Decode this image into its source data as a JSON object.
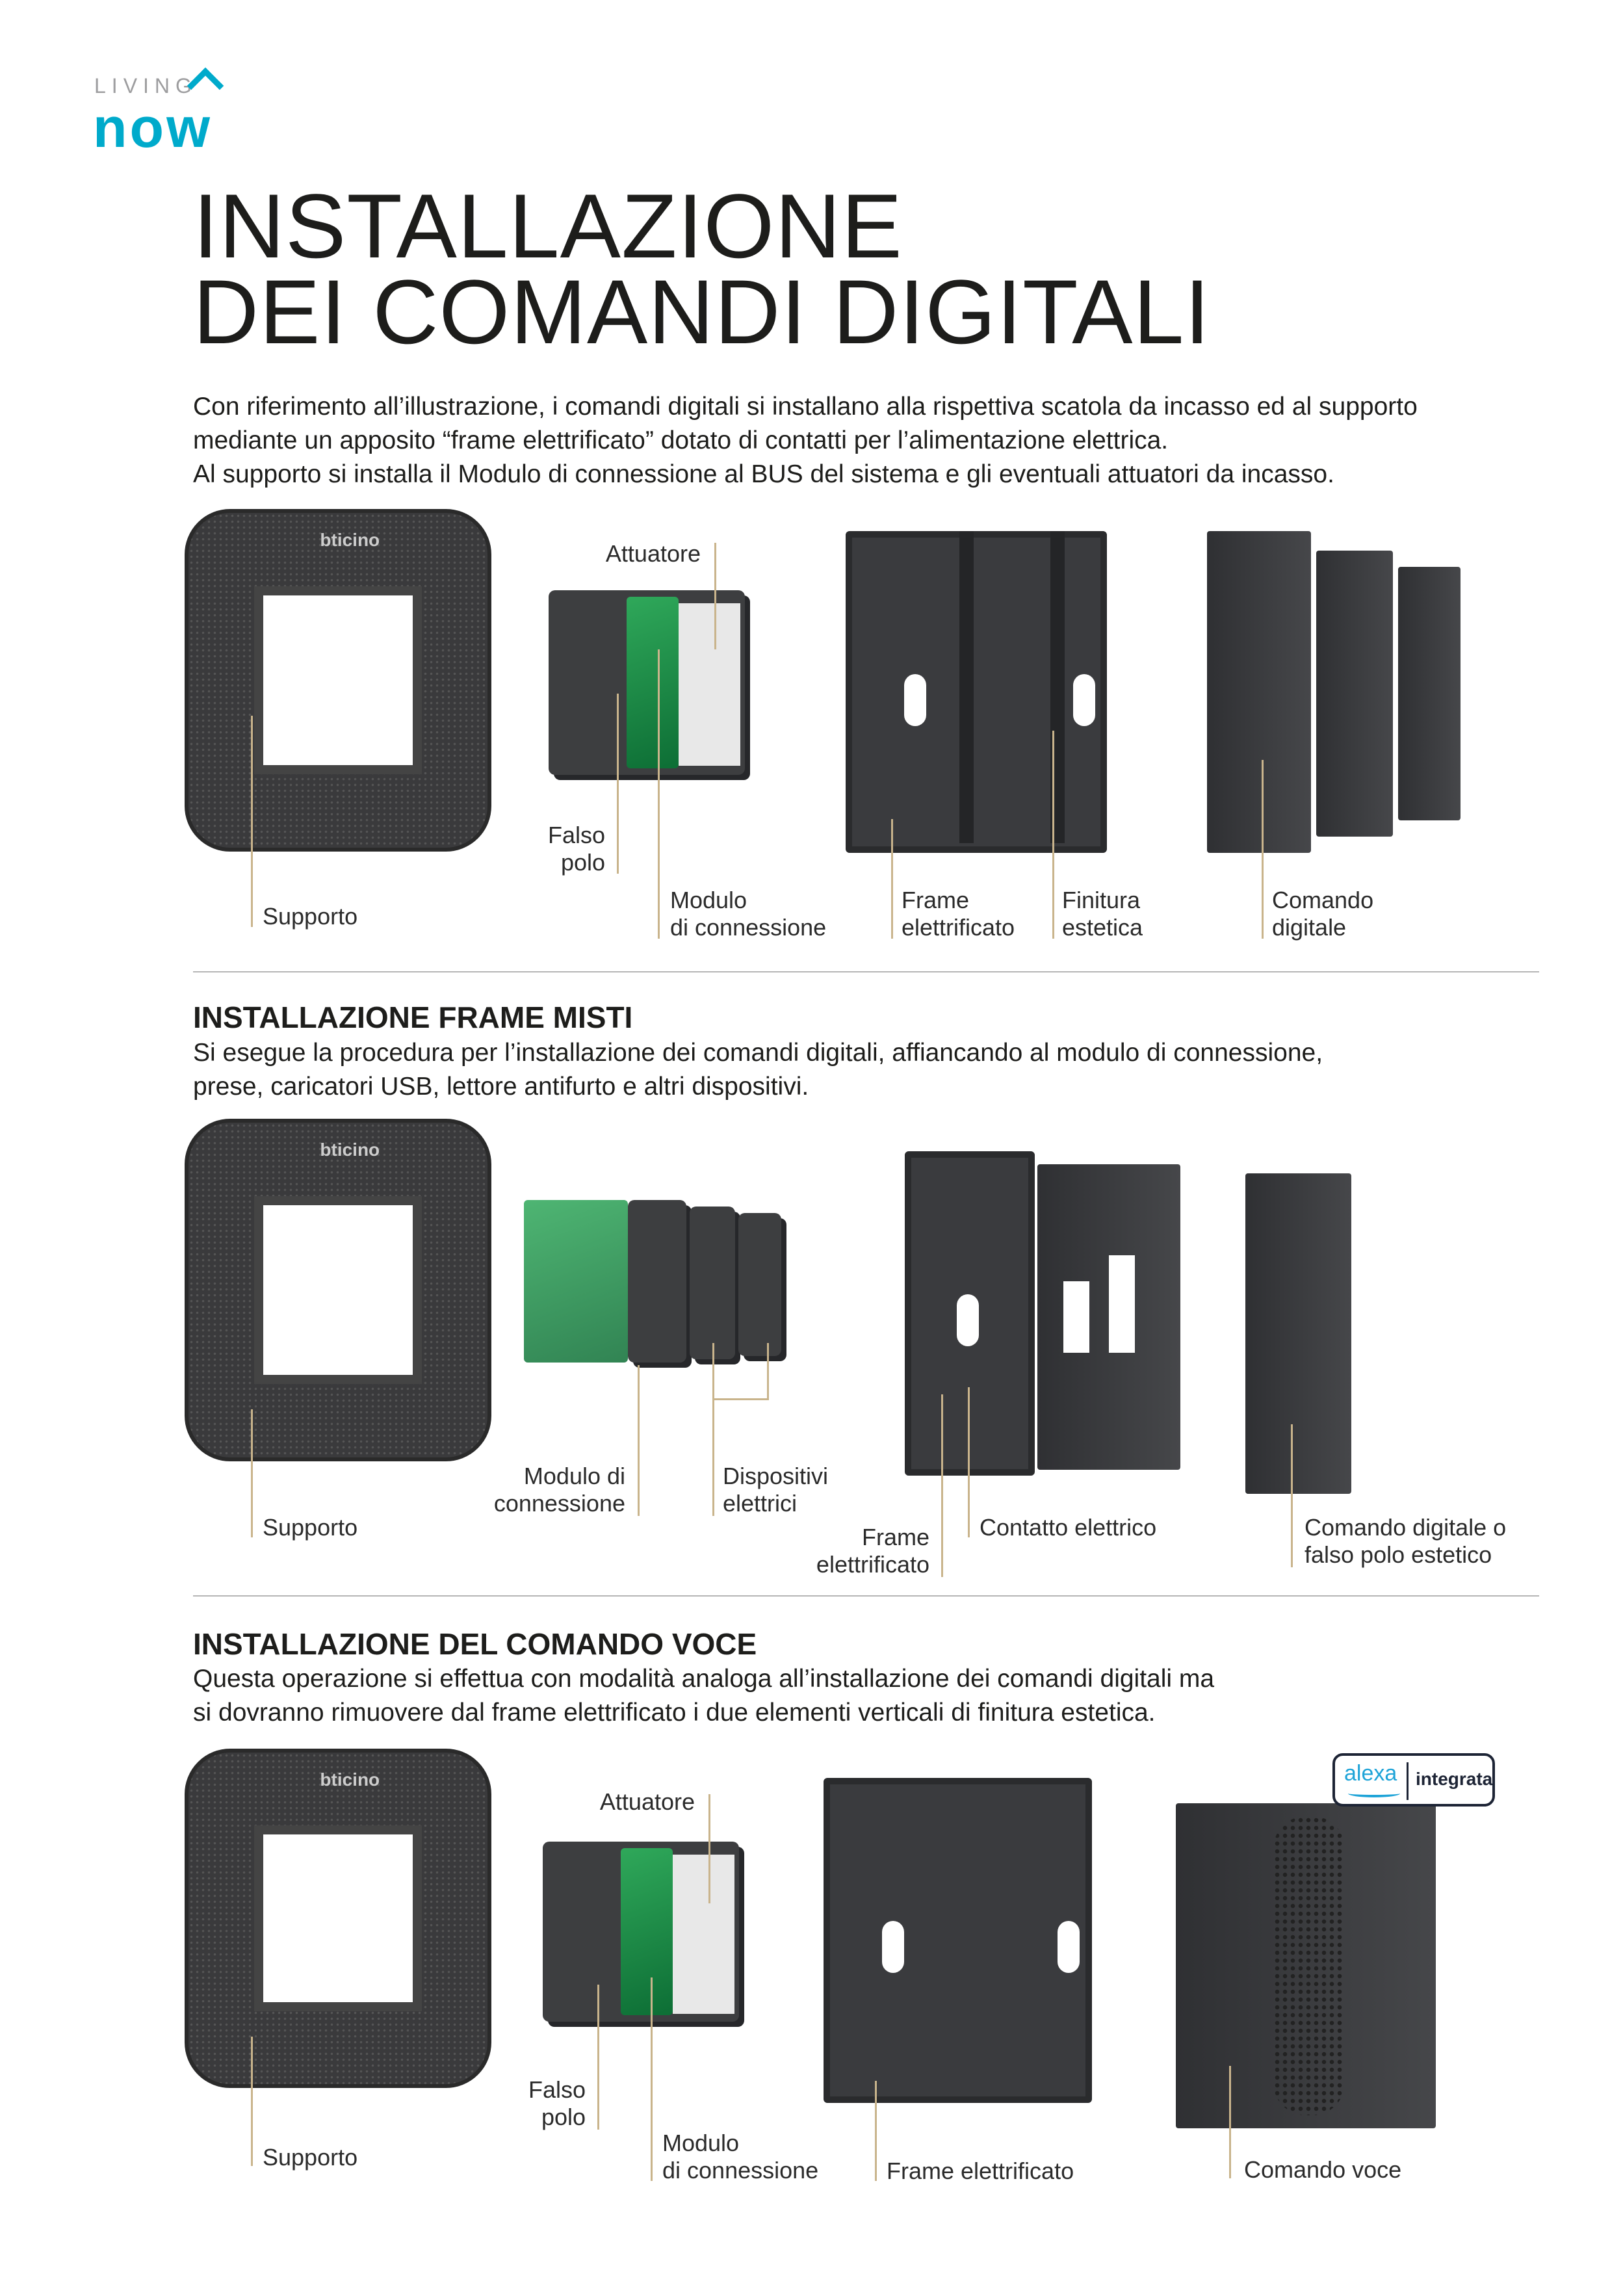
{
  "logo": {
    "top": "LIVING",
    "bottom": "now"
  },
  "title": "INSTALLAZIONE\nDEI COMANDI DIGITALI",
  "intro": [
    "Con riferimento all’illustrazione, i comandi digitali si installano alla rispettiva scatola da incasso ed al supporto",
    "mediante un apposito “frame elettrificato” dotato di contatti per l’alimentazione elettrica.",
    "Al supporto si installa il Modulo di connessione al BUS del sistema e gli eventuali attuatori da incasso."
  ],
  "section1": {
    "labels": {
      "attuatore": "Attuatore",
      "supporto": "Supporto",
      "falso_polo": "Falso\npolo",
      "modulo": "Modulo\ndi connessione",
      "frame": "Frame\nelettrificato",
      "finitura": "Finitura\nestetica",
      "comando": "Comando\ndigitale"
    }
  },
  "section2": {
    "heading": "INSTALLAZIONE FRAME MISTI",
    "text": [
      "Si esegue la procedura per l’installazione dei comandi digitali, affiancando al modulo di connessione,",
      "prese, caricatori USB, lettore antifurto e altri dispositivi."
    ],
    "labels": {
      "supporto": "Supporto",
      "modulo": "Modulo di\nconnessione",
      "dispositivi": "Dispositivi\nelettrici",
      "frame": "Frame\nelettrificato",
      "contatto": "Contatto elettrico",
      "comando": "Comando digitale o\nfalso polo estetico"
    }
  },
  "section3": {
    "heading": "INSTALLAZIONE DEL COMANDO VOCE",
    "text": [
      "Questa operazione si effettua con modalità analoga all’installazione dei comandi digitali ma",
      "si dovranno rimuovere dal frame elettrificato i due elementi verticali di finitura estetica."
    ],
    "labels": {
      "attuatore": "Attuatore",
      "supporto": "Supporto",
      "falso_polo": "Falso\npolo",
      "modulo": "Modulo\ndi connessione",
      "frame": "Frame elettrificato",
      "comando": "Comando voce"
    },
    "badge": {
      "brand": "alexa",
      "text": "integrata"
    }
  },
  "product_brand": "bticino",
  "colors": {
    "accent": "#00aacb",
    "leader": "#c9b48c"
  }
}
